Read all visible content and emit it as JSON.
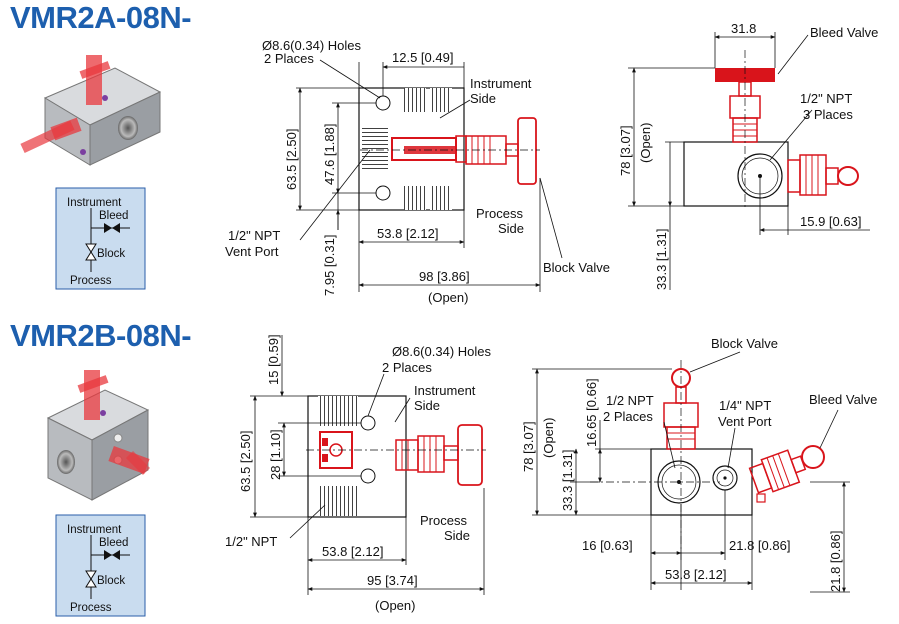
{
  "colors": {
    "title": "#1d5fae",
    "valve_red": "#d9141b",
    "block_gray": "#aeb2b7",
    "schematic_bg": "#c9dcef"
  },
  "section_a": {
    "model": "VMR2A-08N-",
    "schematic": {
      "instrument": "Instrument",
      "bleed": "Bleed",
      "block": "Block",
      "process": "Process"
    },
    "front": {
      "holes_line1": "Ø8.6(0.34) Holes",
      "holes_line2": "2 Places",
      "dim_top": "12.5 [0.49]",
      "instrument_side_1": "Instrument",
      "instrument_side_2": "Side",
      "dim_h_total": "63.5 [2.50]",
      "dim_h_holes": "47.6 [1.88]",
      "dim_h_bottom": "7.95 [0.31]",
      "vent_port_1": "1/2\" NPT",
      "vent_port_2": "Vent Port",
      "dim_w_body": "53.8 [2.12]",
      "dim_w_total": "98 [3.86]",
      "open": "(Open)",
      "process_side_1": "Process",
      "process_side_2": "Side",
      "block_valve": "Block Valve"
    },
    "side": {
      "dim_top": "31.8",
      "bleed_valve": "Bleed Valve",
      "npt_1": "1/2\" NPT",
      "npt_2": "3 Places",
      "dim_h_total": "78 [3.07]",
      "open": "(Open)",
      "dim_h_center": "33.3 [1.31]",
      "dim_w_right": "15.9 [0.63]"
    }
  },
  "section_b": {
    "model": "VMR2B-08N-",
    "schematic": {
      "instrument": "Instrument",
      "bleed": "Bleed",
      "block": "Block",
      "process": "Process"
    },
    "front": {
      "dim_top": "15 [0.59]",
      "holes_line1": "Ø8.6(0.34) Holes",
      "holes_line2": "2 Places",
      "instrument_side_1": "Instrument",
      "instrument_side_2": "Side",
      "dim_h_total": "63.5 [2.50]",
      "dim_h_holes": "28 [1.10]",
      "npt": "1/2\" NPT",
      "dim_w_body": "53.8 [2.12]",
      "dim_w_total": "95 [3.74]",
      "open": "(Open)",
      "process_side_1": "Process",
      "process_side_2": "Side"
    },
    "side": {
      "block_valve": "Block Valve",
      "bleed_valve": "Bleed Valve",
      "npt_1": "1/2 NPT",
      "npt_2": "2 Places",
      "vent_1": "1/4\" NPT",
      "vent_2": "Vent Port",
      "dim_h_total": "78 [3.07]",
      "open": "(Open)",
      "dim_h_upper": "16.65 [0.66]",
      "dim_h_center": "33.3 [1.31]",
      "dim_w_left": "16 [0.63]",
      "dim_w_mid": "21.8 [0.86]",
      "dim_w_body": "53.8 [2.12]",
      "dim_h_right": "21.8 [0.86]"
    }
  }
}
